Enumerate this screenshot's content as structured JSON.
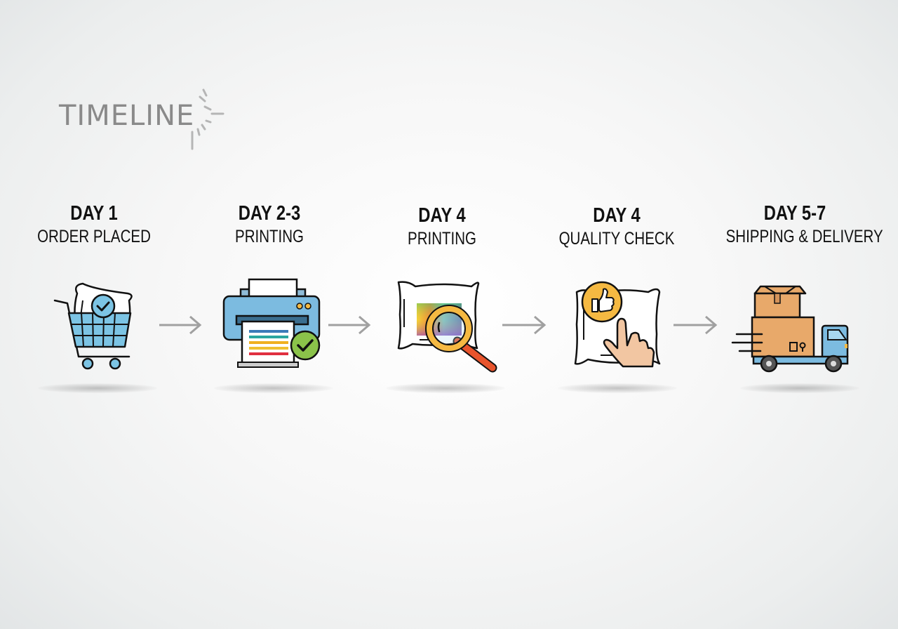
{
  "header": {
    "title": "TIMELINE"
  },
  "colors": {
    "title_gray": "#8a8a8a",
    "icon_blue": "#6fb6dc",
    "check_green": "#8bc34a",
    "badge_yellow": "#f5b942",
    "magnifier_red": "#e8542c",
    "box_tan": "#e8a96a",
    "arrow_gray": "#a0a0a0"
  },
  "steps": [
    {
      "day": "DAY 1",
      "label": "ORDER PLACED",
      "icon": "shopping-cart-pillow-check-icon"
    },
    {
      "day": "DAY 2-3",
      "label": "PRINTING",
      "icon": "printer-check-icon"
    },
    {
      "day": "DAY 4",
      "label": "PRINTING",
      "icon": "pillow-magnifier-icon"
    },
    {
      "day": "DAY 4",
      "label": "QUALITY CHECK",
      "icon": "pillow-thumbs-up-icon"
    },
    {
      "day": "DAY 5-7",
      "label": "SHIPPING & DELIVERY",
      "icon": "delivery-truck-icon"
    }
  ],
  "connectors": [
    "arrow-right-icon",
    "arrow-right-icon",
    "arrow-right-icon",
    "arrow-right-icon"
  ]
}
